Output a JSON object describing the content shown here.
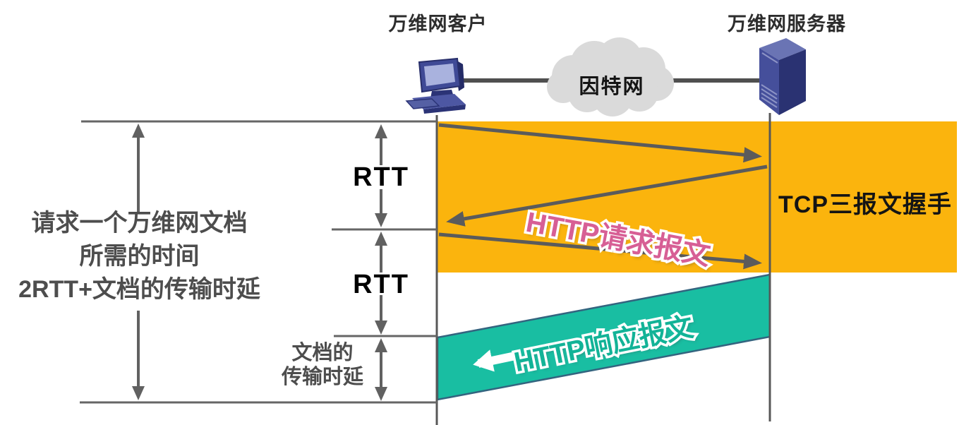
{
  "nodes": {
    "client_label": "万维网客户",
    "server_label": "万维网服务器",
    "internet_label": "因特网"
  },
  "bands": {
    "tcp_handshake_label": "TCP三报文握手",
    "handshake_color": "#FBB40D",
    "response_color": "#19BEA2",
    "response_border_color": "#33647F"
  },
  "messages": {
    "http_request_label": "HTTP请求报文",
    "http_request_color": "#D75F95",
    "http_response_label": "HTTP响应报文"
  },
  "measures": {
    "rtt1_label": "RTT",
    "rtt2_label": "RTT",
    "doc_delay_line1": "文档的",
    "doc_delay_line2": "传输时延",
    "total_note_line1": "请求一个万维网文档",
    "total_note_line2": "所需的时间",
    "total_note_line3": "2RTT+文档的传输时延"
  },
  "colors": {
    "arrow_gray": "#5B5B5B",
    "line_gray": "#666666",
    "note_text": "#4D4D4D",
    "cloud_fill": "#DADADA",
    "device_navy": "#3F4A96"
  }
}
